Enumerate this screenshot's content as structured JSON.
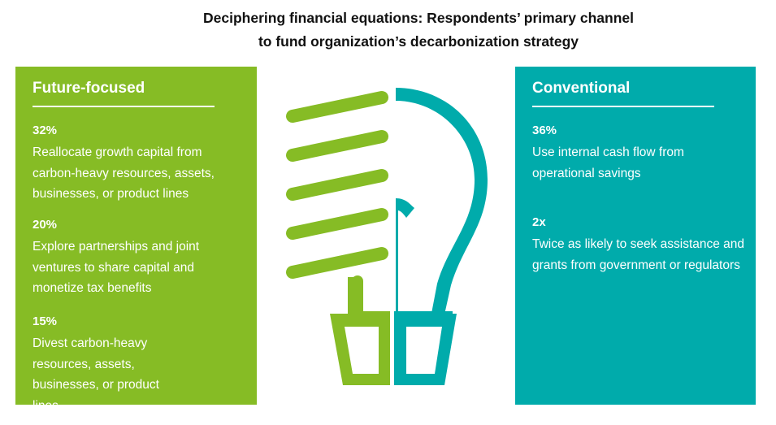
{
  "title": {
    "line1": "Deciphering financial equations: Respondents’ primary channel",
    "line2": "to fund organization’s decarbonization strategy"
  },
  "left_panel": {
    "heading": "Future-focused",
    "color": "#86bc25",
    "items": [
      {
        "value": "32%",
        "text": "Reallocate growth capital from carbon-heavy resources, assets, businesses, or product lines"
      },
      {
        "value": "20%",
        "text": "Explore partnerships and joint ventures to share capital and monetize tax benefits"
      },
      {
        "value": "15%",
        "text": "Divest carbon-heavy resources, assets, businesses, or product lines"
      }
    ]
  },
  "right_panel": {
    "heading": "Conventional",
    "color": "#00abab",
    "items": [
      {
        "value": "36%",
        "text": "Use internal cash flow from operational savings"
      },
      {
        "value": "2x",
        "text": "Twice as likely to seek assistance and grants from government or regulators"
      }
    ]
  },
  "illustration": {
    "icon": "lightbulb-icon",
    "left_color": "#86bc25",
    "right_color": "#00abab"
  }
}
